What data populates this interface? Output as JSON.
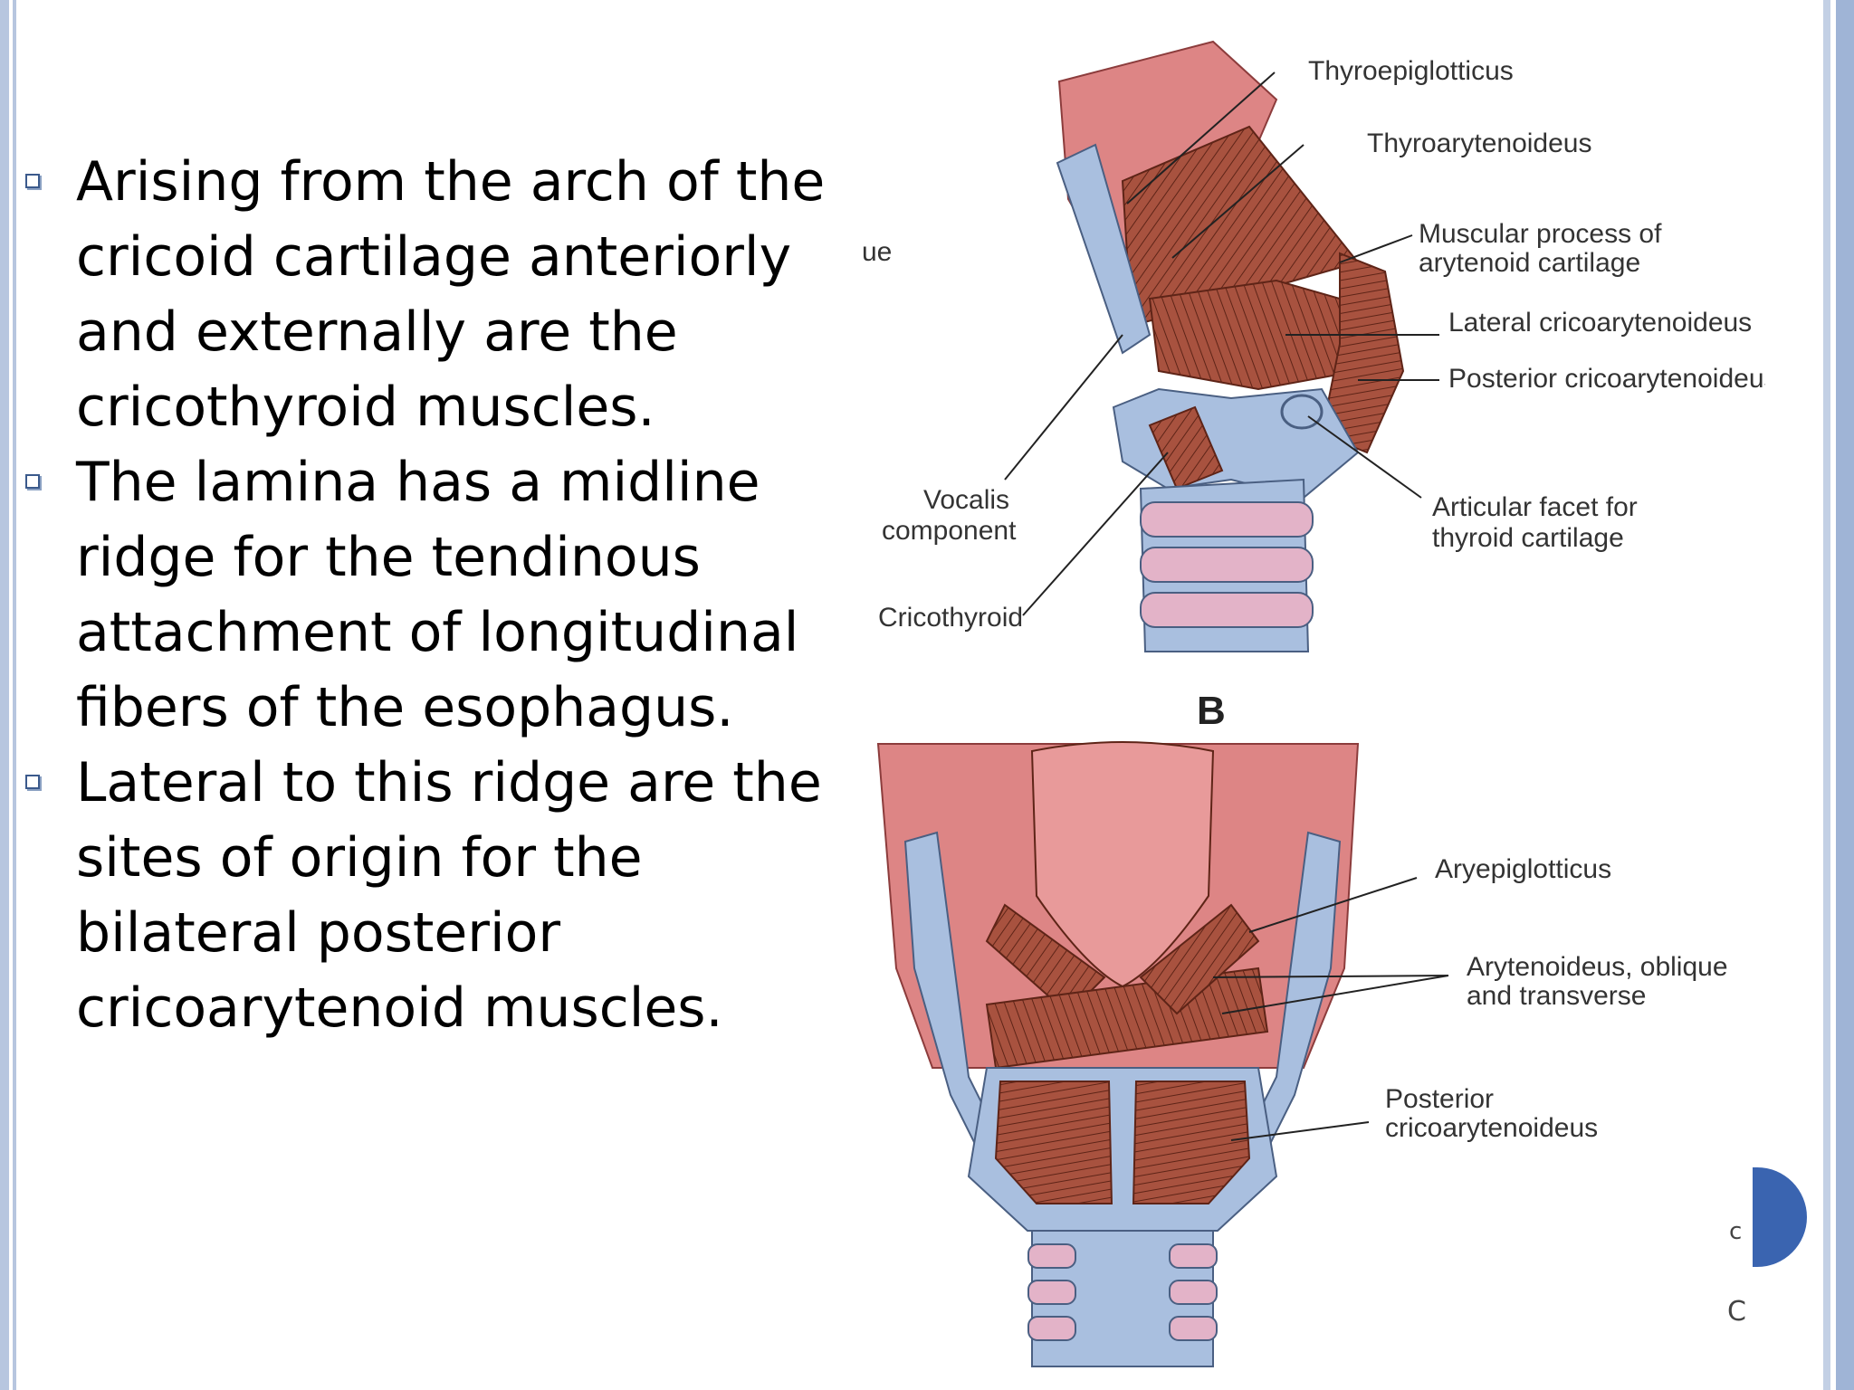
{
  "slide": {
    "bullets": [
      "Arising from the arch of the cricoid cartilage anteriorly and externally are the cricothyroid muscles.",
      "The lamina has a midline ridge for the tendinous attachment of longitudinal fibers of the esophagus.",
      " Lateral to this ridge are the sites of origin for the bilateral posterior cricoarytenoid muscles."
    ]
  },
  "figure": {
    "panel_label": "B",
    "edge_fragment": "ue",
    "top_labels": {
      "thyroepiglotticus": "Thyroepiglotticus",
      "thyroarytenoideus": "Thyroarytenoideus",
      "muscular_process_1": "Muscular process of",
      "muscular_process_2": "arytenoid cartilage",
      "lateral_crico": "Lateral cricoarytenoideus",
      "posterior_crico": "Posterior cricoarytenoideus",
      "articular_1": "Articular facet for",
      "articular_2": "thyroid cartilage",
      "vocalis_1": "Vocalis",
      "vocalis_2": "component",
      "cricothyroid": "Cricothyroid"
    },
    "bottom_labels": {
      "aryepiglotticus": "Aryepiglotticus",
      "arytenoideus_1": "Arytenoideus, oblique",
      "arytenoideus_2": "and transverse",
      "posterior_1": "Posterior",
      "posterior_2": "cricoarytenoideus"
    }
  },
  "edge_text": {
    "small_c": "c",
    "big_c": "C"
  },
  "colors": {
    "muscle": "#a8523f",
    "mucosa": "#dd8585",
    "cartilage": "#a9bfdf",
    "trachea_ring": "#e3b3c8",
    "frame": "#b7c6df"
  }
}
